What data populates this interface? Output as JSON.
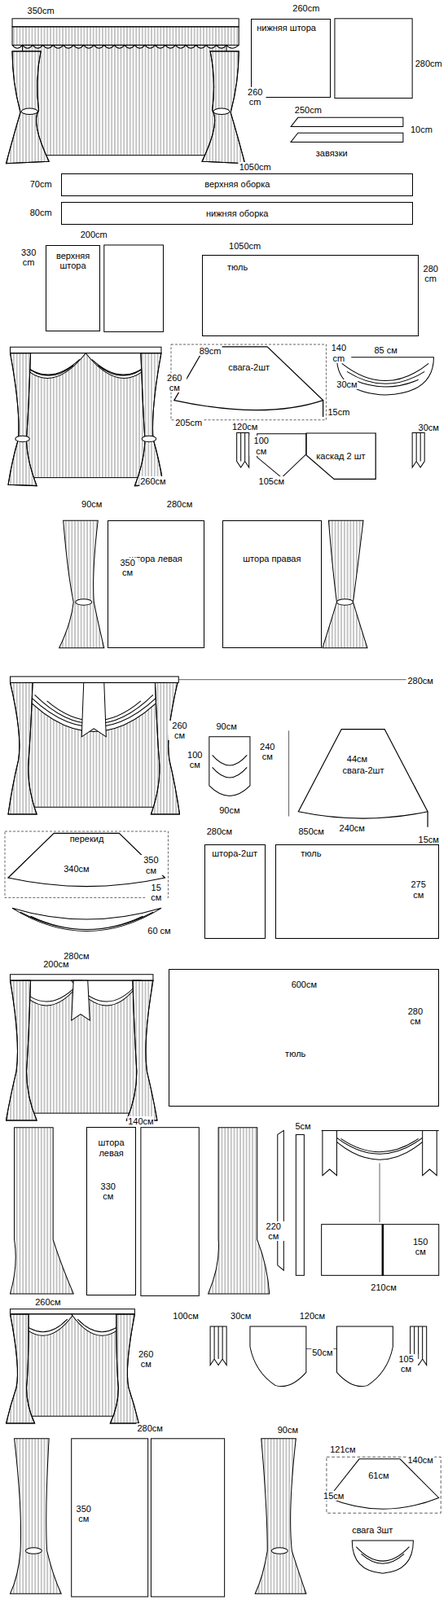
{
  "diagram": {
    "nodes": [
      {
        "text": [
          "нижняя штора"
        ]
      },
      {
        "text": [
          "верхняя оборка"
        ]
      },
      {
        "text": [
          "нижняя оборка"
        ]
      },
      {
        "text": [
          "верхняя штора"
        ]
      },
      {
        "text": [
          "тюль"
        ]
      },
      {
        "text": [
          "свага-2шт"
        ]
      },
      {
        "text": [
          "каскад 2 шт"
        ]
      },
      {
        "text": [
          "штора левая"
        ]
      },
      {
        "text": [
          "штора правая"
        ]
      },
      {
        "text": [
          "свага-2шт"
        ]
      },
      {
        "text": [
          "перекид"
        ]
      },
      {
        "text": [
          "штора-2шт"
        ]
      },
      {
        "text": [
          "тюль"
        ]
      },
      {
        "text": [
          "тюль"
        ]
      },
      {
        "text": [
          "штора левая"
        ]
      }
    ],
    "labels": [
      "350cm",
      "260cm",
      "280cm",
      "260 cm",
      "250cm",
      "10cm",
      "завязки",
      "1050cm",
      "70cm",
      "80cm",
      "200cm",
      "330 cm",
      "1050cm",
      "280 cm",
      "89cm",
      "140 cm",
      "205cm",
      "15cm",
      "85 см",
      "30см",
      "260 см",
      "260см",
      "120см",
      "30см",
      "100 см",
      "105см",
      "90см",
      "280см",
      "350 см",
      "280см",
      "260 см",
      "90см",
      "100 см",
      "90см",
      "240 см",
      "44см",
      "240см",
      "15см",
      "340см",
      "350 см",
      "15 см",
      "60 см",
      "280см",
      "280см",
      "850см",
      "275 см",
      "200см",
      "600см",
      "280 см",
      "140см",
      "330 см",
      "5см",
      "220 см",
      "150 см",
      "210см",
      "260см",
      "260 см",
      "100см",
      "30см",
      "120см",
      "50см",
      "105 см",
      "280см",
      "90см",
      "350 см",
      "121см",
      "140см",
      "61см",
      "15см",
      "свага 3шт"
    ]
  }
}
